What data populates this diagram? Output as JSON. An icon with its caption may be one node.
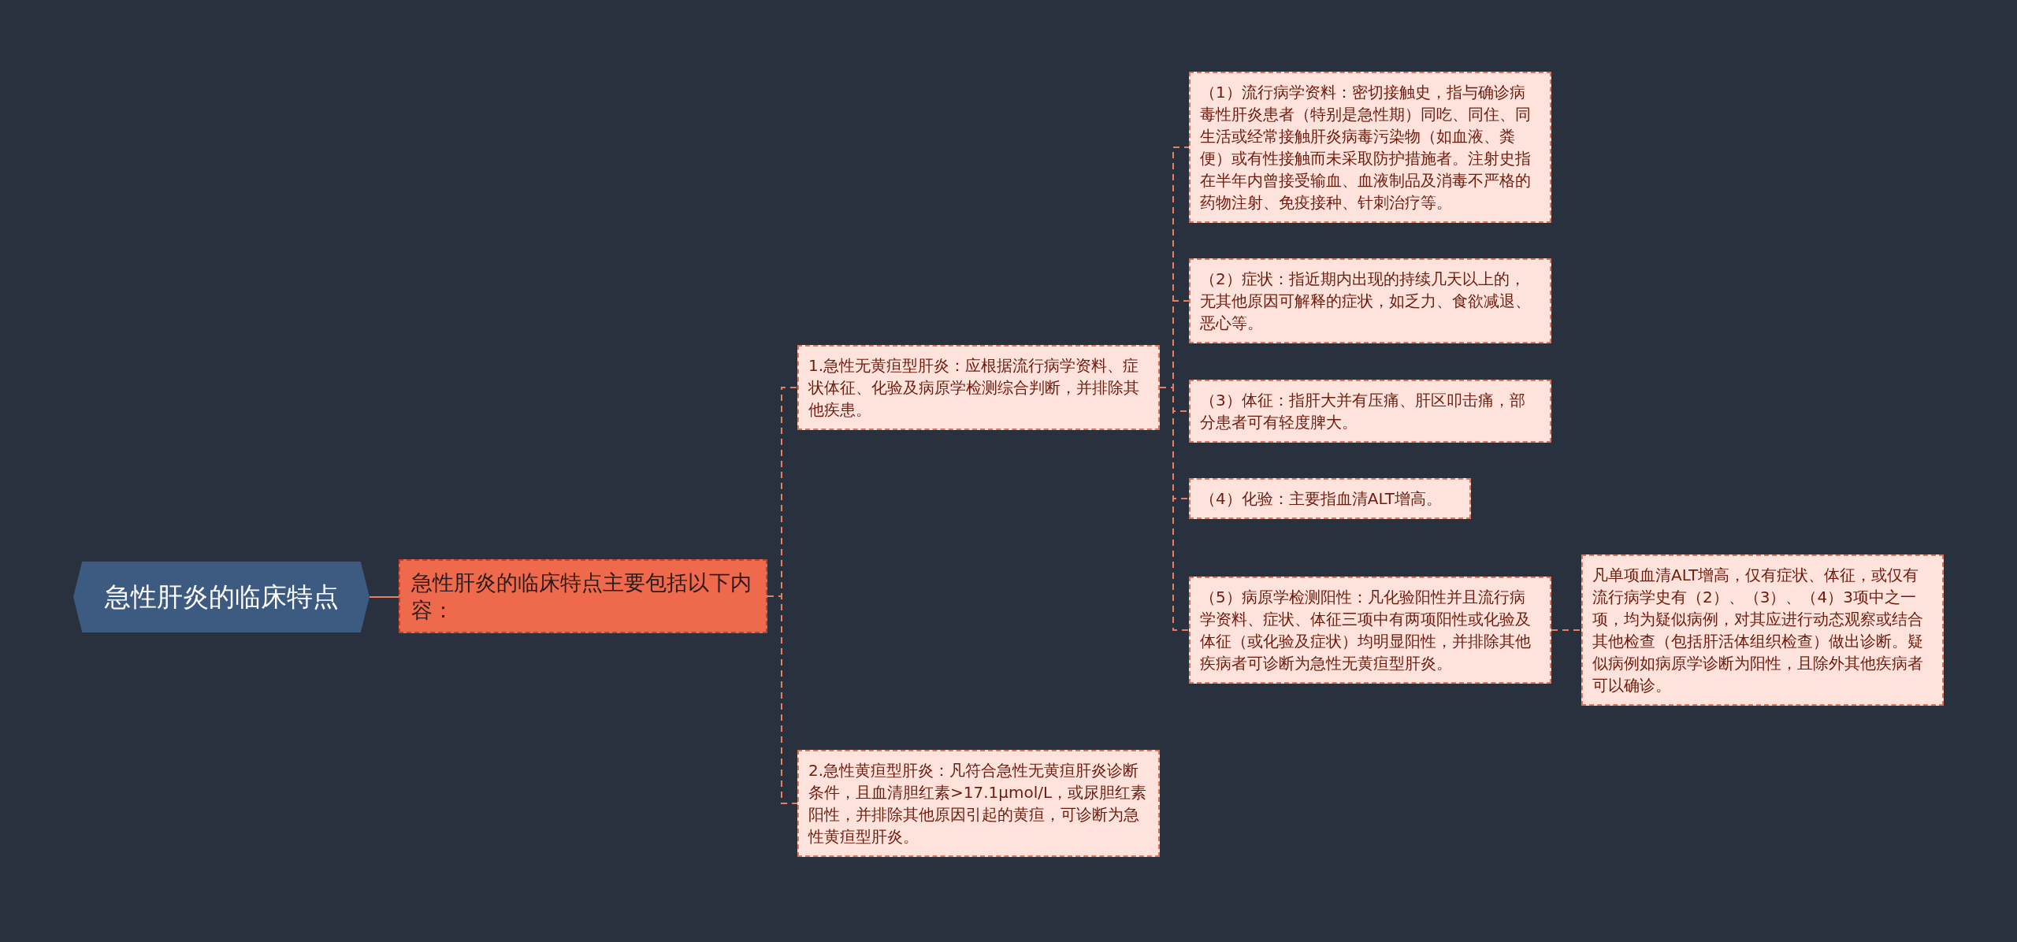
{
  "diagram": {
    "nodes": [
      {
        "text": [
          "急性肝炎的临床特点"
        ]
      },
      {
        "text": [
          "急性肝炎的临床特点主要包括以下内容："
        ]
      },
      {
        "text": [
          "1.急性无黄疸型肝炎：应根据流行病学资料、症状体征、化验及病原学检测综合判断，并排除其他疾患。"
        ]
      },
      {
        "text": [
          "2.急性黄疸型肝炎：凡符合急性无黄疸肝炎诊断条件，且血清胆红素>17.1μmol/L，或尿胆红素阳性，并排除其他原因引起的黄疸，可诊断为急性黄疸型肝炎。"
        ]
      },
      {
        "text": [
          "（1）流行病学资料：密切接触史，指与确诊病毒性肝炎患者（特别是急性期）同吃、同住、同生活或经常接触肝炎病毒污染物（如血液、粪便）或有性接触而未采取防护措施者。注射史指在半年内曾接受输血、血液制品及消毒不严格的药物注射、免疫接种、针刺治疗等。"
        ]
      },
      {
        "text": [
          "（2）症状：指近期内出现的持续几天以上的，无其他原因可解释的症状，如乏力、食欲减退、恶心等。"
        ]
      },
      {
        "text": [
          "（3）体征：指肝大并有压痛、肝区叩击痛，部分患者可有轻度脾大。"
        ]
      },
      {
        "text": [
          "（4）化验：主要指血清ALT增高。"
        ]
      },
      {
        "text": [
          "（5）病原学检测阳性：凡化验阳性并且流行病学资料、症状、体征三项中有两项阳性或化验及体征（或化验及症状）均明显阳性，并排除其他疾病者可诊断为急性无黄疸型肝炎。"
        ]
      },
      {
        "text": [
          "凡单项血清ALT增高，仅有症状、体征，或仅有流行病学史有（2）、（3）、（4）3项中之一项，均为疑似病例，对其应进行动态观察或结合其他检查（包括肝活体组织检查）做出诊断。疑似病例如病原学诊断为阳性，且除外其他疾病者可以确诊。"
        ]
      }
    ],
    "edges": [
      {
        "from": 0,
        "to": 1,
        "arrow": "none"
      },
      {
        "from": 1,
        "to": 2,
        "arrow": "none",
        "style": "dashed"
      },
      {
        "from": 1,
        "to": 3,
        "arrow": "none",
        "style": "dashed"
      },
      {
        "from": 2,
        "to": 4,
        "arrow": "none",
        "style": "dashed"
      },
      {
        "from": 2,
        "to": 5,
        "arrow": "none",
        "style": "dashed"
      },
      {
        "from": 2,
        "to": 6,
        "arrow": "none",
        "style": "dashed"
      },
      {
        "from": 2,
        "to": 7,
        "arrow": "none",
        "style": "dashed"
      },
      {
        "from": 2,
        "to": 8,
        "arrow": "none",
        "style": "dashed"
      },
      {
        "from": 8,
        "to": 9,
        "arrow": "none",
        "style": "dashed"
      }
    ]
  }
}
